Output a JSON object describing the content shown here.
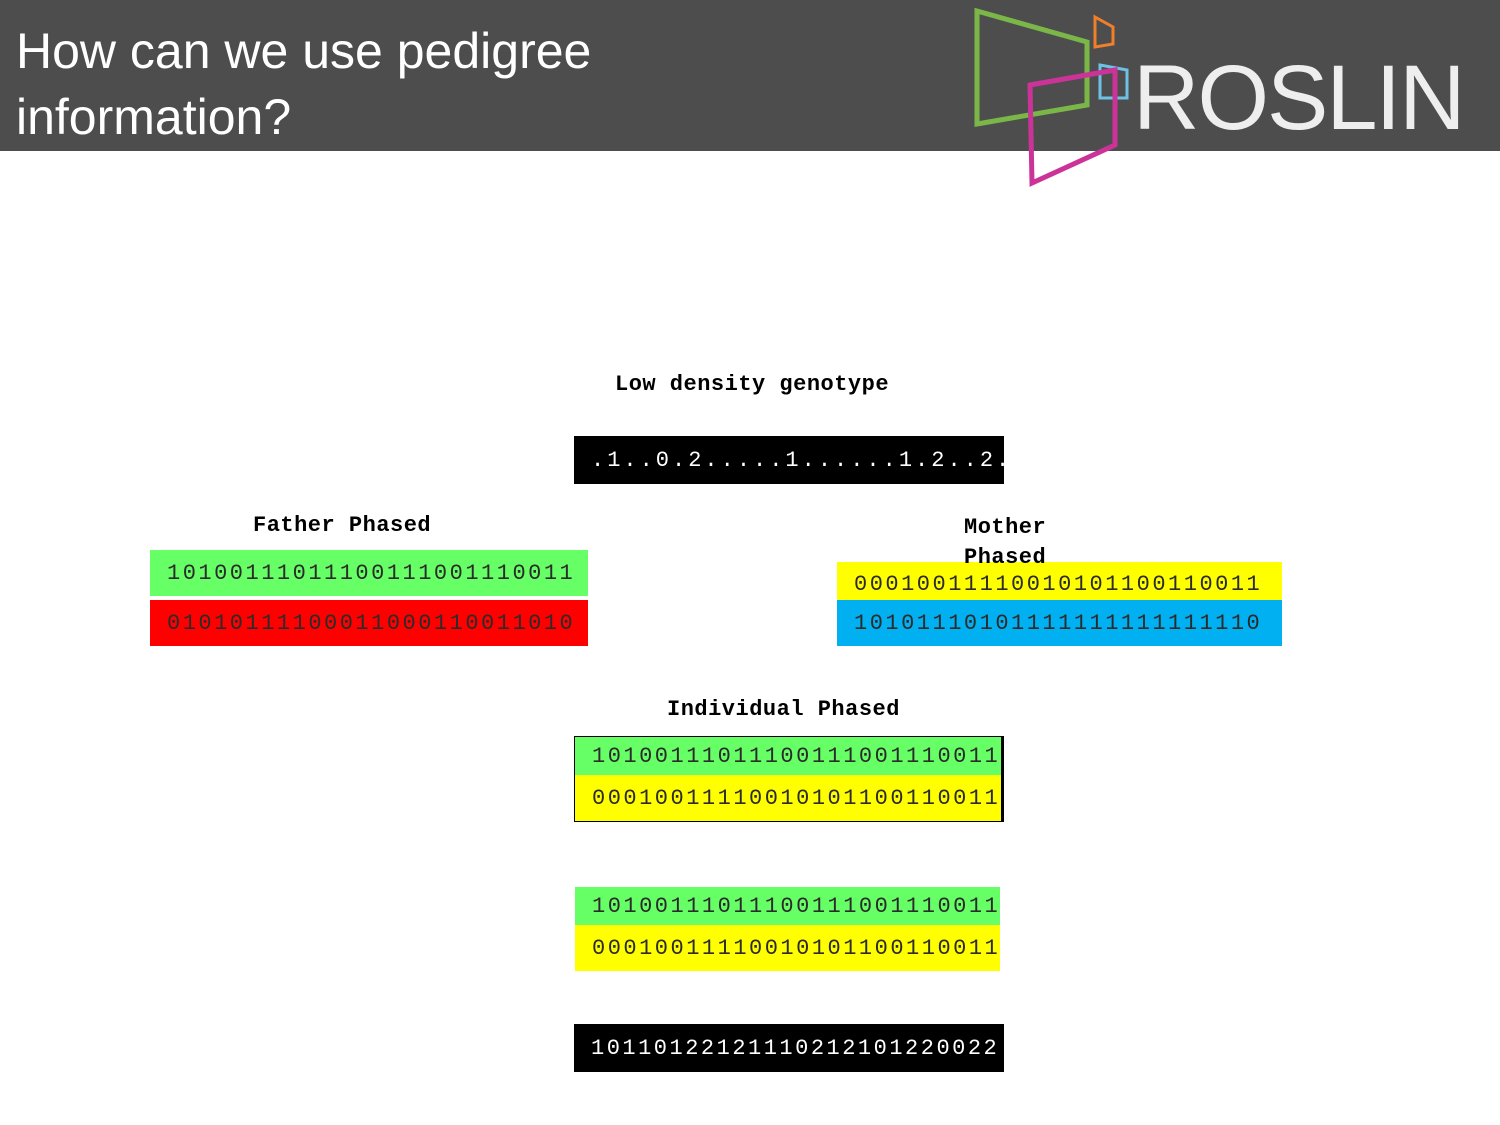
{
  "slide": {
    "title": "How can we use pedigree\ninformation?",
    "logo_text": "ROSLIN"
  },
  "colors": {
    "header_bg": "#4d4d4d",
    "green": "#66ff66",
    "red": "#ff0000",
    "yellow": "#ffff00",
    "blue": "#00b0f0",
    "black": "#000000",
    "logo_green": "#7ab648",
    "logo_magenta": "#cc3399",
    "logo_orange": "#f07f2a",
    "logo_blue": "#6ec1e4"
  },
  "low_density": {
    "label": "Low density genotype",
    "value": ".1..0.2.....1......1.2..2."
  },
  "father": {
    "label": "Father Phased",
    "haplotype_1": "10100111011100111001110011",
    "haplotype_2": "01010111100011000110011010"
  },
  "mother": {
    "label": "Mother\nPhased",
    "haplotype_1": "00010011110010101100110011",
    "haplotype_2": "10101110101111111111111110"
  },
  "individual": {
    "label": "Individual Phased",
    "haplotype_1": "10100111011100111001110011",
    "haplotype_2": "00010011110010101100110011"
  },
  "combined": {
    "haplotype_1": "10100111011100111001110011",
    "haplotype_2": "00010011110010101100110011"
  },
  "genotype_result": {
    "value": "10110122121110212101220022"
  }
}
